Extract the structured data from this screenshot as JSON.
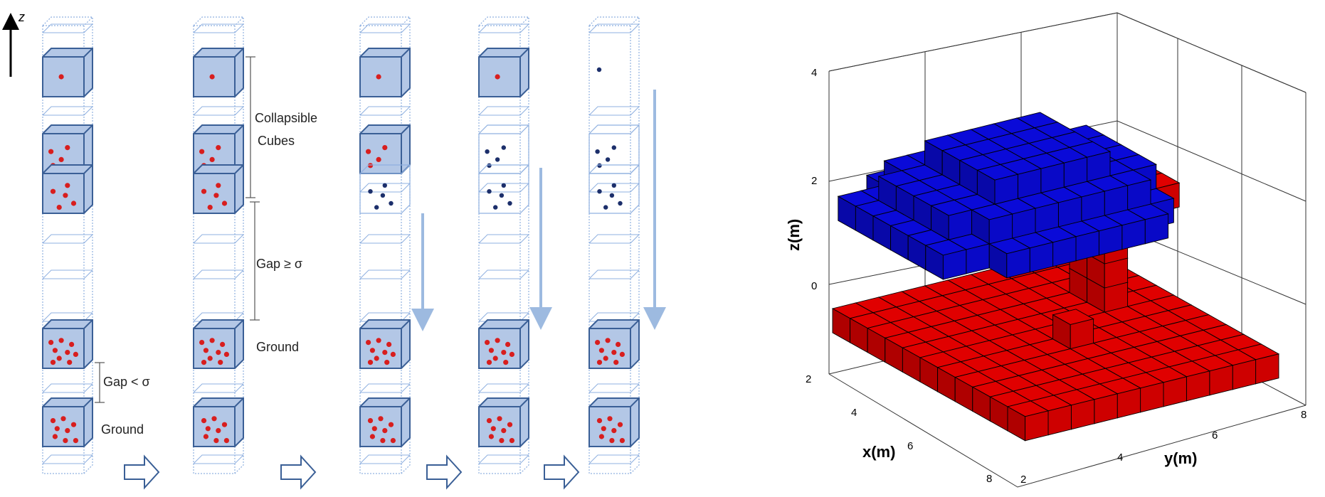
{
  "left_panel": {
    "axis_label": "z",
    "annotations": {
      "collapsible_line1": "Collapsible",
      "collapsible_line2": "Cubes",
      "gap_ge": "Gap ≥ σ",
      "ground_upper": "Ground",
      "gap_lt": "Gap < σ",
      "ground_lower": "Ground"
    },
    "colors": {
      "filled_cube": "#b3c7e6",
      "cube_edge": "#3a5f96",
      "empty_cube_edge": "#8fb0e0",
      "point_red": "#d81e1e",
      "point_blue": "#1c2f6b",
      "arrow": "#9dbae0"
    }
  },
  "right_panel": {
    "axis_labels": {
      "x": "x(m)",
      "y": "y(m)",
      "z": "z(m)"
    },
    "x_ticks": [
      "2",
      "4",
      "6",
      "8"
    ],
    "y_ticks": [
      "2",
      "4",
      "6",
      "8"
    ],
    "z_ticks": [
      "4",
      "2",
      "0"
    ],
    "colors": {
      "canopy": "#0a0ad8",
      "ground_and_trunk": "#e00000",
      "edge": "#000000"
    }
  }
}
